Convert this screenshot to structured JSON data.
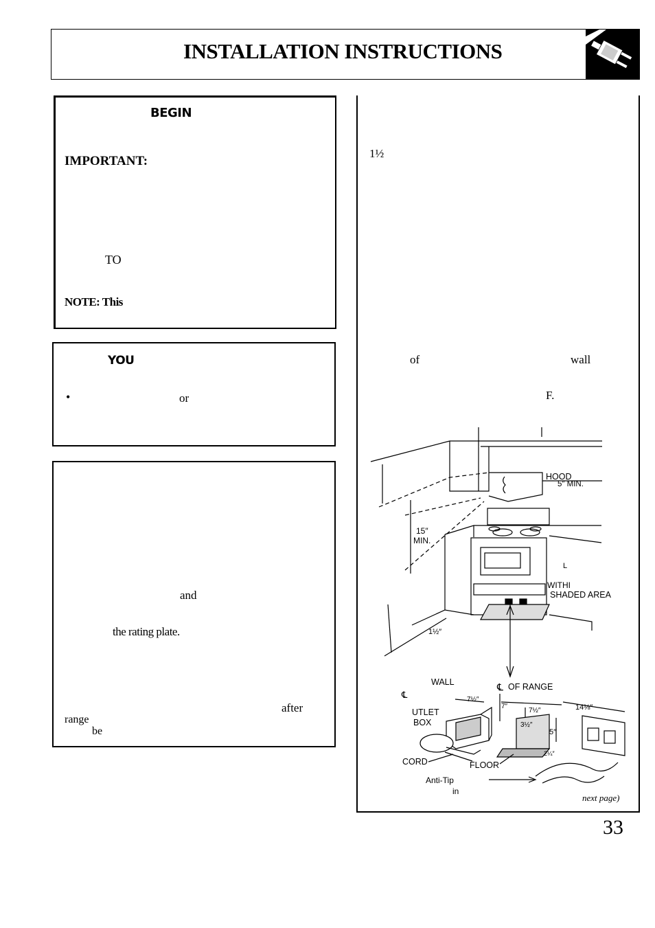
{
  "header": {
    "title": "INSTALLATION INSTRUCTIONS",
    "icon": "plug-icon"
  },
  "left_column": {
    "box1": {
      "heading": "BEGIN",
      "important_label": "IMPORTANT:",
      "to_label": "TO",
      "note_label": "NOTE: This"
    },
    "box2": {
      "heading": "YOU",
      "bullet": "•",
      "fragment": "or"
    },
    "box3": {
      "and_text": "and",
      "rating_plate": "the rating plate.",
      "after_text": "after",
      "range_text": "range",
      "be_text": "be"
    }
  },
  "right_column": {
    "fraction": "1½",
    "of_text": "of",
    "wall_text": "wall",
    "f_text": "F.",
    "continued": "next page)"
  },
  "diagram": {
    "hood": "HOOD",
    "hood_min": "5″ MIN.",
    "dim_15": "15″",
    "dim_15_min": "MIN.",
    "small_l": "L",
    "within": "WITHI",
    "shaded_area": "SHADED AREA",
    "dim_1_half": "1½″",
    "wall": "WALL",
    "centerline_range": "OF RANGE",
    "cl_symbol": "℄",
    "outlet": "UTLET",
    "box": "BOX",
    "cord": "CORD",
    "floor": "FLOOR",
    "anti_tip": "Anti-Tip",
    "in_text": "in",
    "dim_7_half_a": "7½″",
    "dim_7": "7″",
    "dim_7_half_b": "7½″",
    "dim_14": "14⅛″",
    "dim_3": "3½″",
    "dim_5": "5″",
    "dim_2": "2¼″"
  },
  "page_number": "33"
}
